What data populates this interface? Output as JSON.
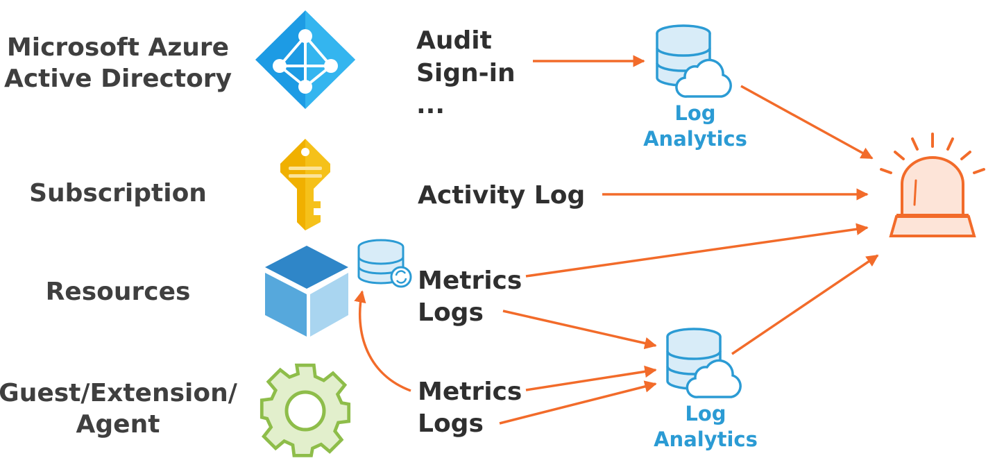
{
  "sources": {
    "aad": [
      "Microsoft Azure",
      "Active Directory"
    ],
    "subscription": "Subscription",
    "resources": "Resources",
    "guest": [
      "Guest/Extension/",
      "Agent"
    ]
  },
  "flows": {
    "aad": [
      "Audit",
      "Sign-in",
      "..."
    ],
    "activity": "Activity Log",
    "resource": [
      "Metrics",
      "Logs"
    ],
    "guest": [
      "Metrics",
      "Logs"
    ]
  },
  "log_analytics": {
    "top": [
      "Log",
      "Analytics"
    ],
    "bottom": [
      "Log",
      "Analytics"
    ]
  },
  "icons": {
    "aad": "azure-active-directory-icon",
    "subscription": "key-icon",
    "resources": "cube-icon",
    "guest": "gear-icon",
    "metrics_store": "database-sync-icon",
    "log_analytics": "database-cloud-icon",
    "alert": "alert-beacon-icon"
  },
  "colors": {
    "arrow": "#f26b2a",
    "log_analytics": "#2b9bd4",
    "text": "#3f3f3f"
  }
}
